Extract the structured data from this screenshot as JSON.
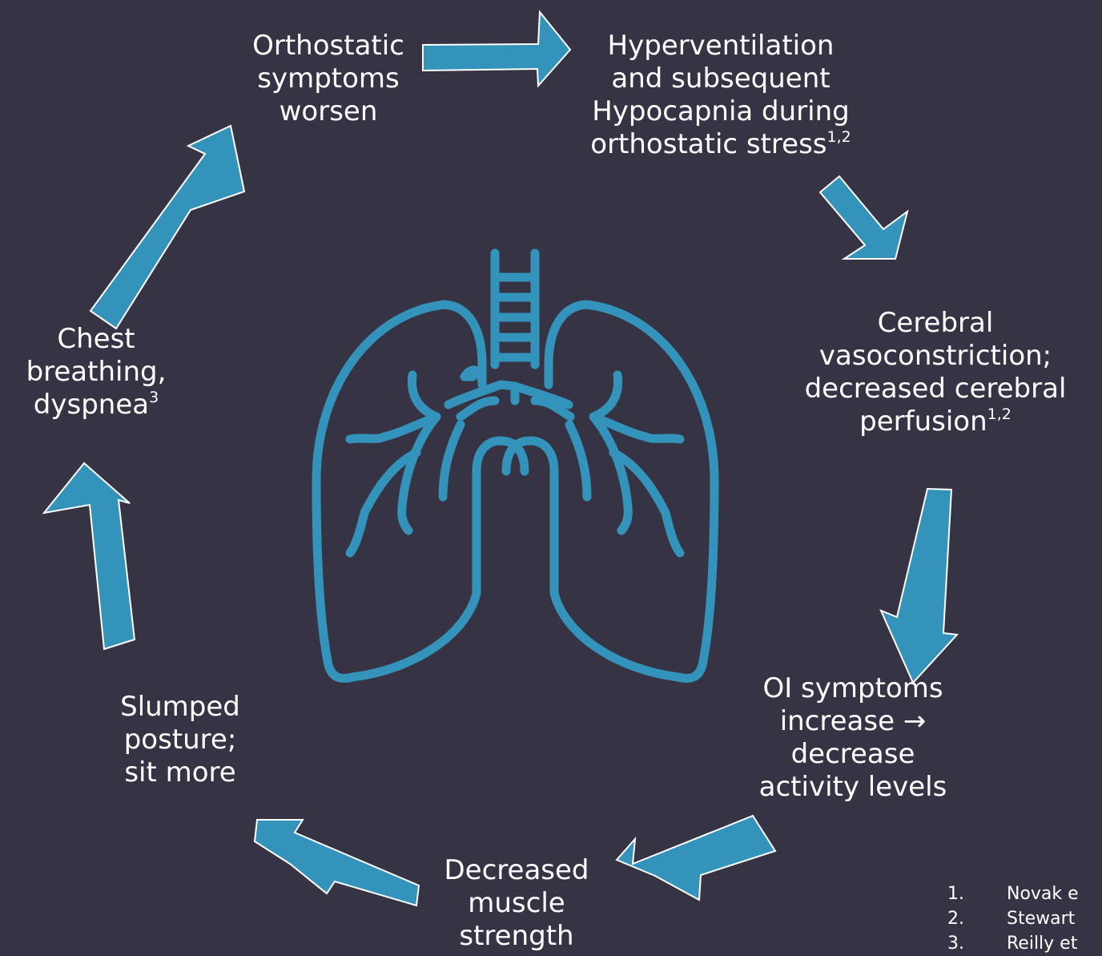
{
  "nodes": [
    {
      "lines": [
        "Orthostatic",
        "symptoms",
        "worsen"
      ],
      "sup": ""
    },
    {
      "lines": [
        "Hyperventilation",
        "and subsequent",
        "Hypocapnia during",
        "orthostatic stress"
      ],
      "sup": "1,2"
    },
    {
      "lines": [
        "Cerebral",
        "vasoconstriction;",
        "decreased cerebral",
        "perfusion"
      ],
      "sup": "1,2"
    },
    {
      "lines": [
        "OI symptoms",
        "increase →",
        "decrease",
        "activity levels"
      ],
      "sup": ""
    },
    {
      "lines": [
        "Decreased",
        "muscle",
        "strength"
      ],
      "sup": ""
    },
    {
      "lines": [
        "Slumped",
        "posture;",
        "sit more"
      ],
      "sup": ""
    },
    {
      "lines": [
        "Chest",
        "breathing,",
        "dyspnea"
      ],
      "sup": "3"
    }
  ],
  "references": [
    {
      "num": "1.",
      "text": "Novak e"
    },
    {
      "num": "2.",
      "text": "Stewart"
    },
    {
      "num": "3.",
      "text": "Reilly et"
    }
  ],
  "colors": {
    "background": "#363444",
    "arrow_fill": "#3493ba",
    "arrow_stroke": "#ffffff",
    "icon_stroke": "#3493ba",
    "text": "#ffffff"
  },
  "center_icon": "lungs-icon"
}
